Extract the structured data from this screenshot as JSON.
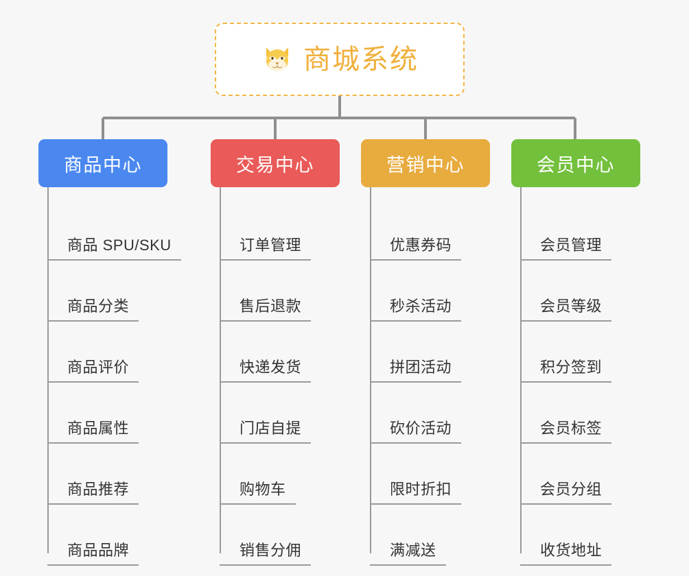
{
  "background_color": "#f7f7f7",
  "root": {
    "icon": "dog-face-emoji",
    "title": "商城系统",
    "title_color": "#f0b03c",
    "border_color": "#f2b644",
    "background_color": "#ffffff"
  },
  "connector": {
    "color": "#9a9a9a"
  },
  "branches": [
    {
      "label": "商品中心",
      "color": "#4a88f0",
      "items": [
        {
          "label": "商品 SPU/SKU"
        },
        {
          "label": "商品分类"
        },
        {
          "label": "商品评价"
        },
        {
          "label": "商品属性"
        },
        {
          "label": "商品推荐"
        },
        {
          "label": "商品品牌"
        }
      ]
    },
    {
      "label": "交易中心",
      "color": "#e95a58",
      "items": [
        {
          "label": "订单管理"
        },
        {
          "label": "售后退款"
        },
        {
          "label": "快递发货"
        },
        {
          "label": "门店自提"
        },
        {
          "label": "购物车"
        },
        {
          "label": "销售分佣"
        }
      ]
    },
    {
      "label": "营销中心",
      "color": "#e8ab3e",
      "items": [
        {
          "label": "优惠券码"
        },
        {
          "label": "秒杀活动"
        },
        {
          "label": "拼团活动"
        },
        {
          "label": "砍价活动"
        },
        {
          "label": "限时折扣"
        },
        {
          "label": "满减送"
        }
      ]
    },
    {
      "label": "会员中心",
      "color": "#73c03c",
      "items": [
        {
          "label": "会员管理"
        },
        {
          "label": "会员等级"
        },
        {
          "label": "积分签到"
        },
        {
          "label": "会员标签"
        },
        {
          "label": "会员分组"
        },
        {
          "label": "收货地址"
        }
      ]
    }
  ]
}
